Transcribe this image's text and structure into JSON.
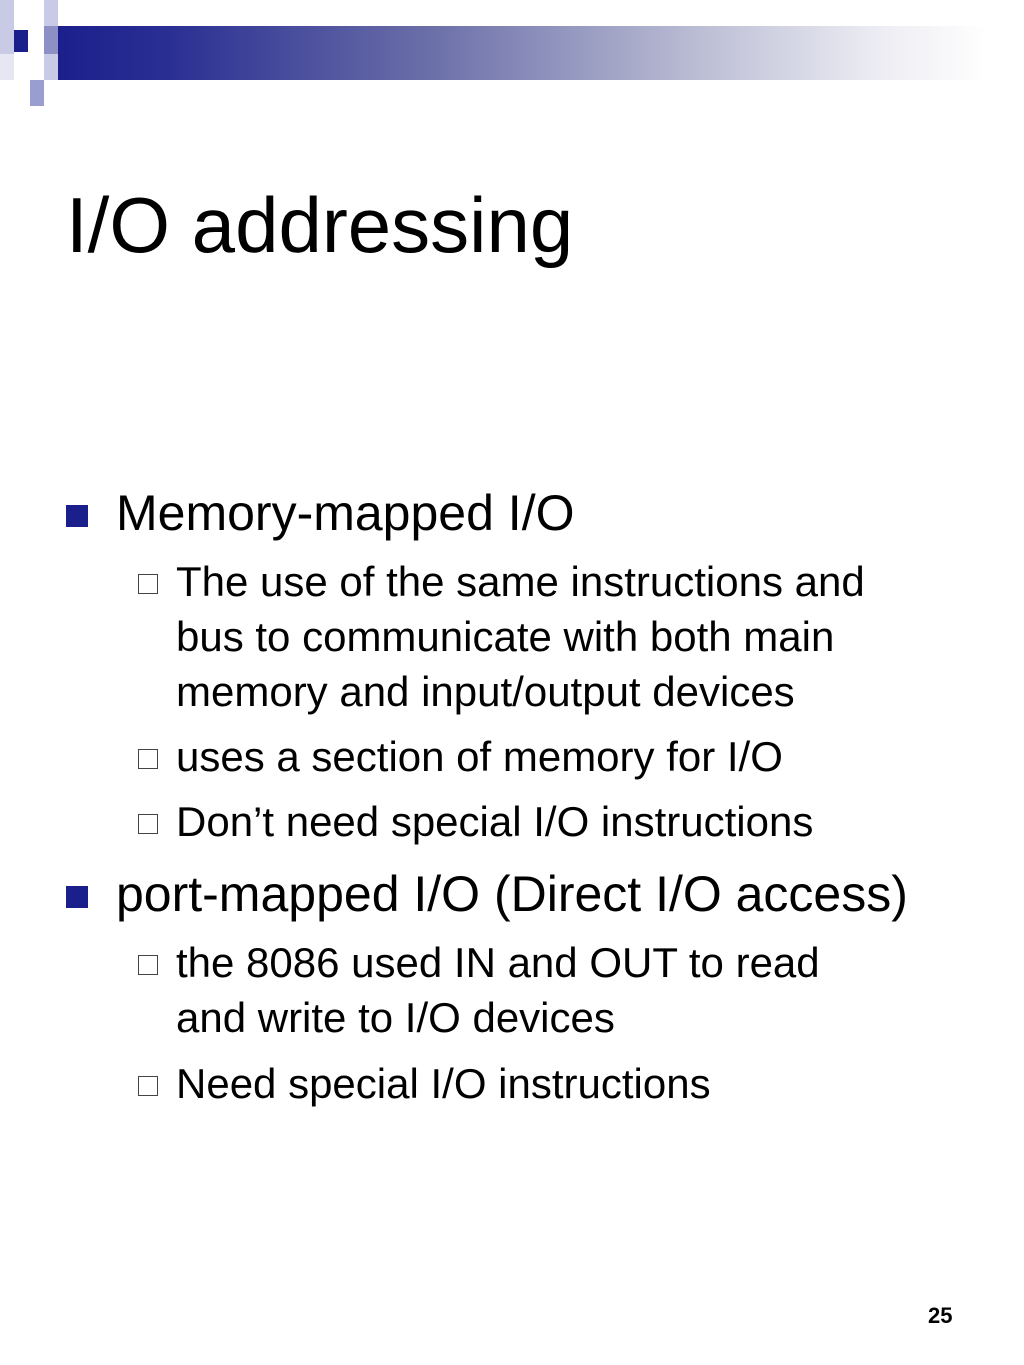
{
  "slide": {
    "title": "I/O addressing",
    "page_number": "25",
    "bullets": [
      {
        "text": "Memory-mapped I/O",
        "sub": [
          "The use of the same instructions and\nbus to communicate with both main\nmemory and input/output devices",
          "uses a section of memory for I/O",
          "Don’t need special I/O instructions"
        ]
      },
      {
        "text": "port-mapped I/O (Direct I/O access)",
        "sub": [
          "the 8086 used IN and OUT to read\nand write to I/O devices",
          "Need special I/O instructions"
        ]
      }
    ]
  },
  "colors": {
    "accent": "#1b1f8c",
    "text": "#000000",
    "background": "#ffffff"
  },
  "icons": {
    "level1_bullet": "filled-square-bullet-icon",
    "level2_bullet": "hollow-square-bullet-icon"
  }
}
